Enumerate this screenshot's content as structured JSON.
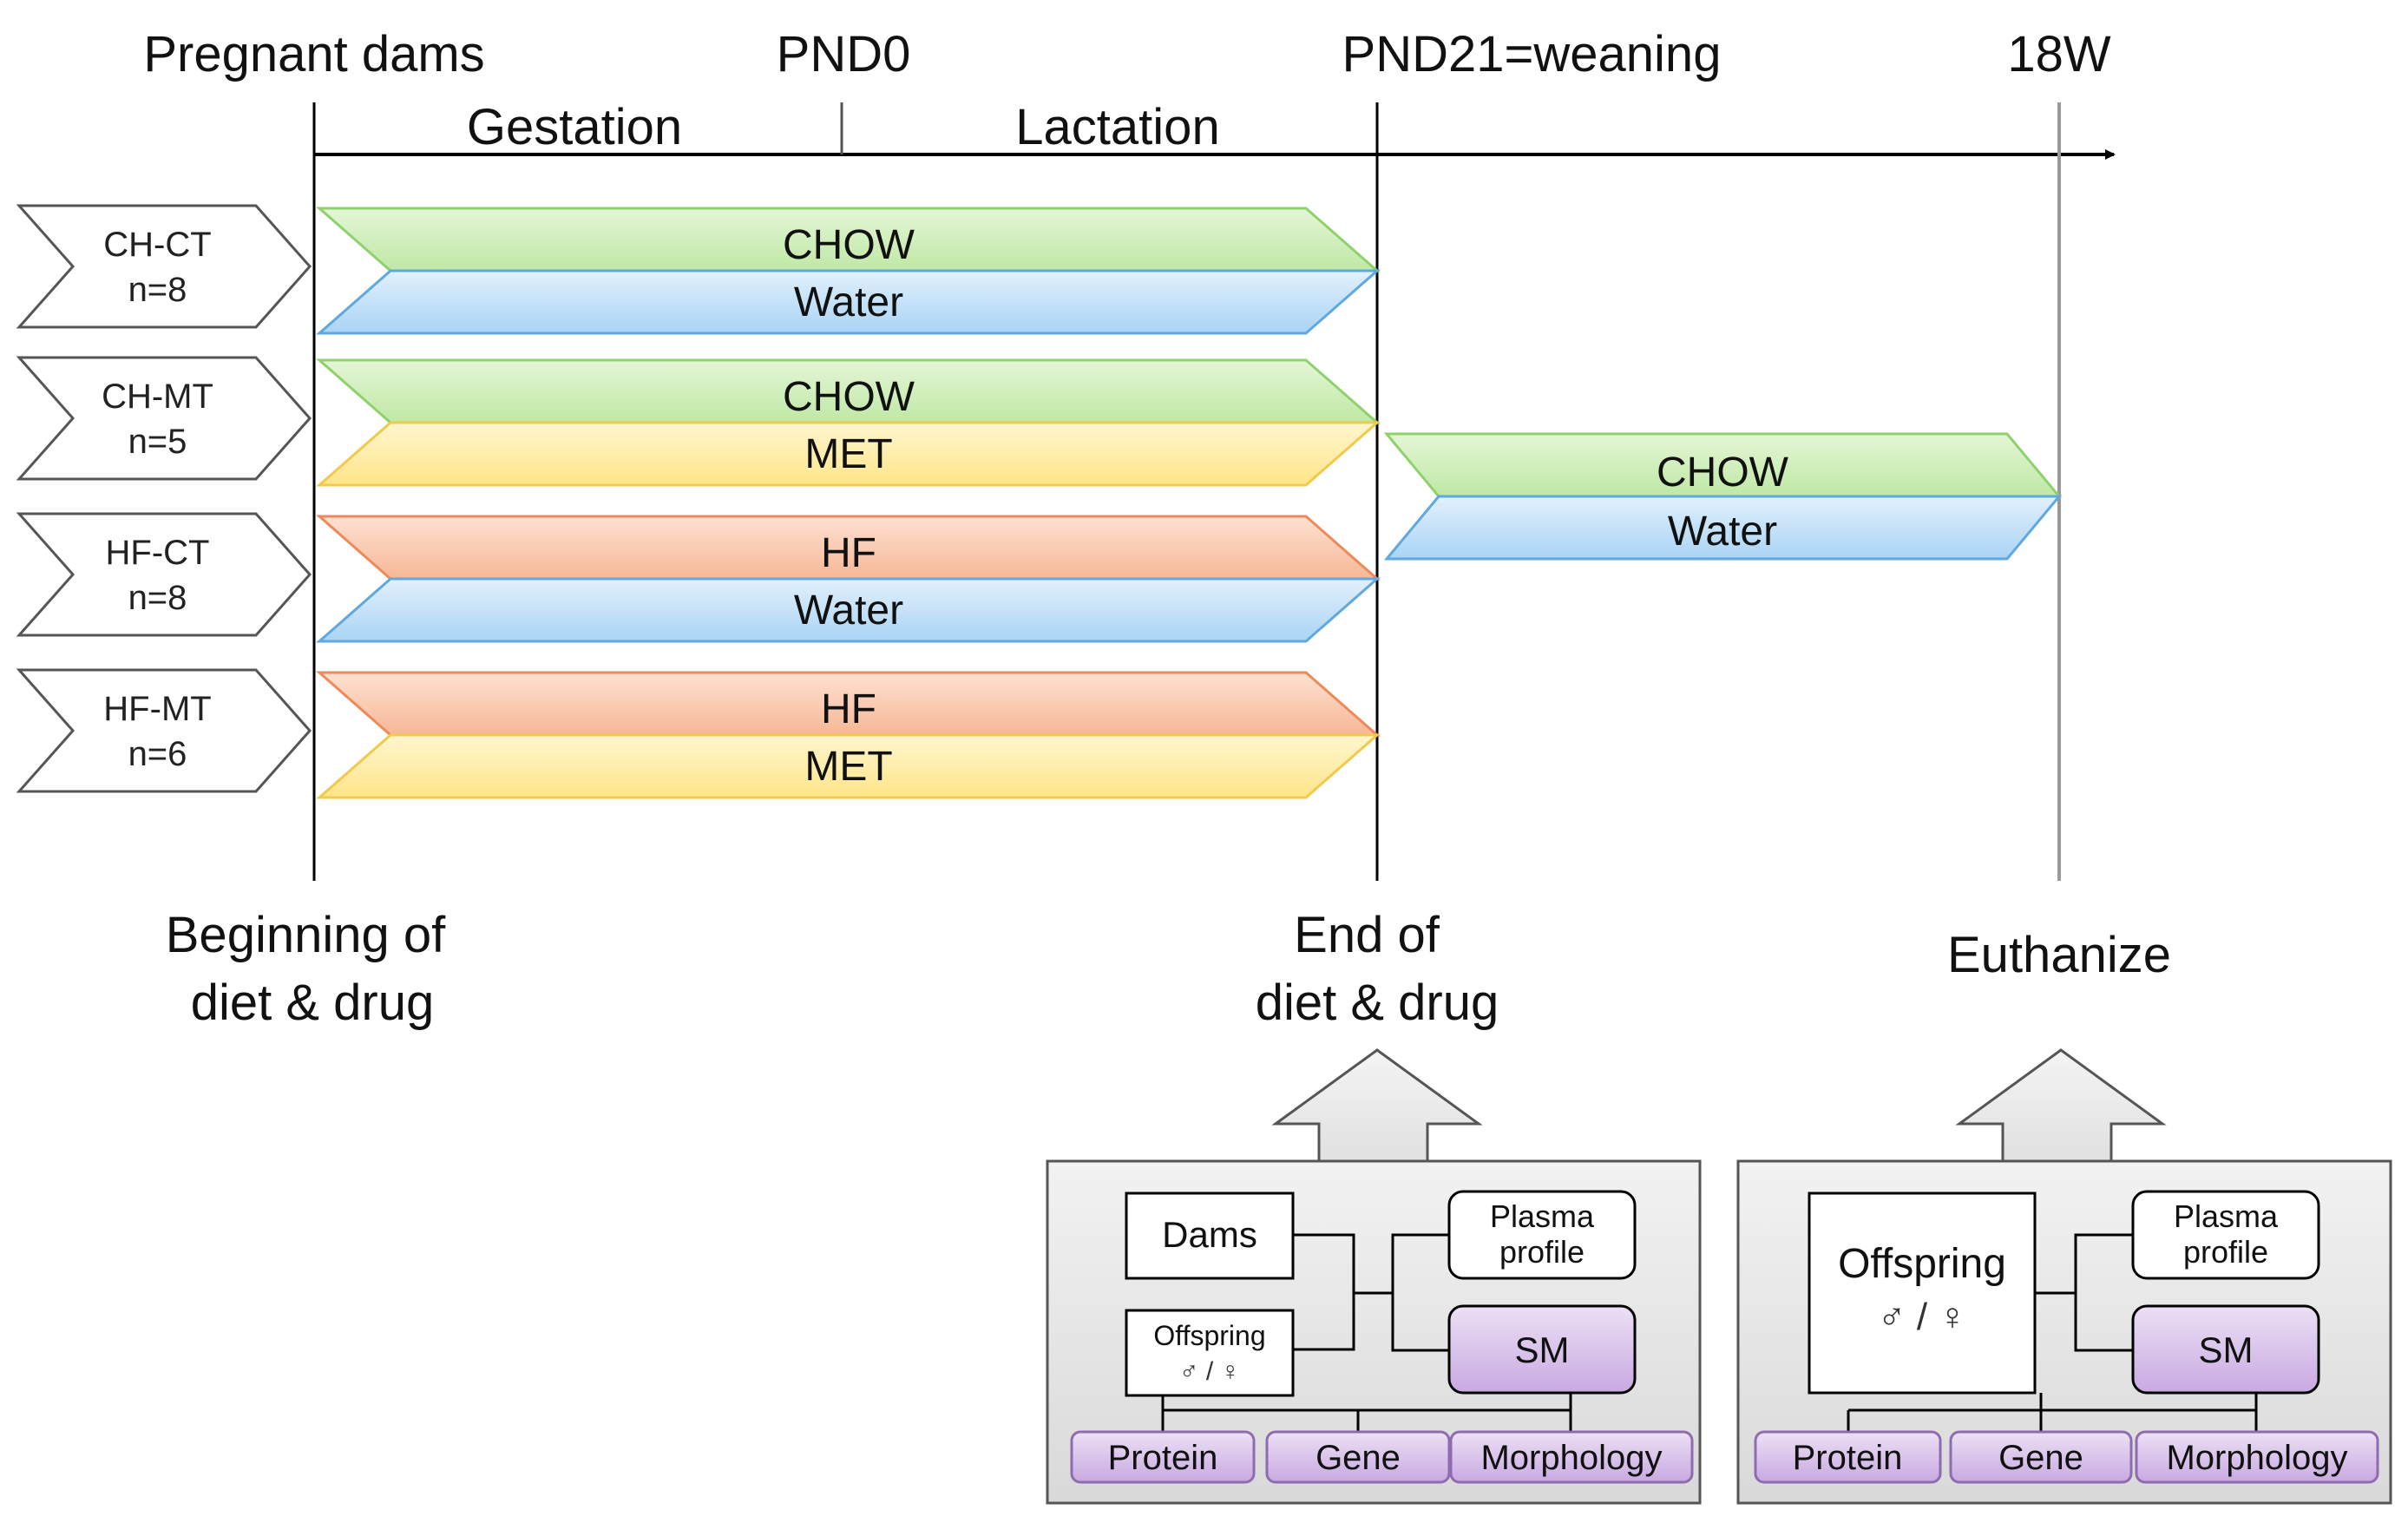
{
  "timeline": {
    "pregnant_dams": "Pregnant dams",
    "pnd0": "PND0",
    "pnd21": "PND21=weaning",
    "w18": "18W",
    "gestation": "Gestation",
    "lactation": "Lactation"
  },
  "groups": [
    {
      "name": "CH-CT",
      "n": "n=8",
      "diet": "CHOW",
      "drug": "Water",
      "diet_color": "green",
      "drug_color": "blue"
    },
    {
      "name": "CH-MT",
      "n": "n=5",
      "diet": "CHOW",
      "drug": "MET",
      "diet_color": "green",
      "drug_color": "yellow"
    },
    {
      "name": "HF-CT",
      "n": "n=8",
      "diet": "HF",
      "drug": "Water",
      "diet_color": "orange",
      "drug_color": "blue"
    },
    {
      "name": "HF-MT",
      "n": "n=6",
      "diet": "HF",
      "drug": "MET",
      "diet_color": "orange",
      "drug_color": "yellow"
    }
  ],
  "post_weaning": {
    "diet": "CHOW",
    "drug": "Water"
  },
  "milestones": {
    "beginning_l1": "Beginning of",
    "beginning_l2": "diet & drug",
    "end_l1": "End of",
    "end_l2": "diet & drug",
    "euthanize": "Euthanize"
  },
  "panel_end": {
    "dams": "Dams",
    "offspring": "Offspring",
    "sex": "♂ / ♀",
    "plasma_l1": "Plasma",
    "plasma_l2": "profile",
    "sm": "SM",
    "protein": "Protein",
    "gene": "Gene",
    "morphology": "Morphology"
  },
  "panel_euth": {
    "offspring": "Offspring",
    "sex": "♂ / ♀",
    "plasma_l1": "Plasma",
    "plasma_l2": "profile",
    "sm": "SM",
    "protein": "Protein",
    "gene": "Gene",
    "morphology": "Morphology"
  },
  "colors": {
    "green_top": "#e4f6d6",
    "green_bot": "#bfe8a5",
    "green_stroke": "#8fd16c",
    "blue_top": "#e2f0fc",
    "blue_bot": "#a9d4f5",
    "blue_stroke": "#5fa8e0",
    "yellow_top": "#fff6cf",
    "yellow_bot": "#ffe588",
    "yellow_stroke": "#f2c94c",
    "orange_top": "#fde1d2",
    "orange_bot": "#f7b796",
    "orange_stroke": "#ee8a5a",
    "purple_top": "#ece0f5",
    "purple_bot": "#c8a9e1",
    "purple_stroke": "#8f6bb0"
  }
}
